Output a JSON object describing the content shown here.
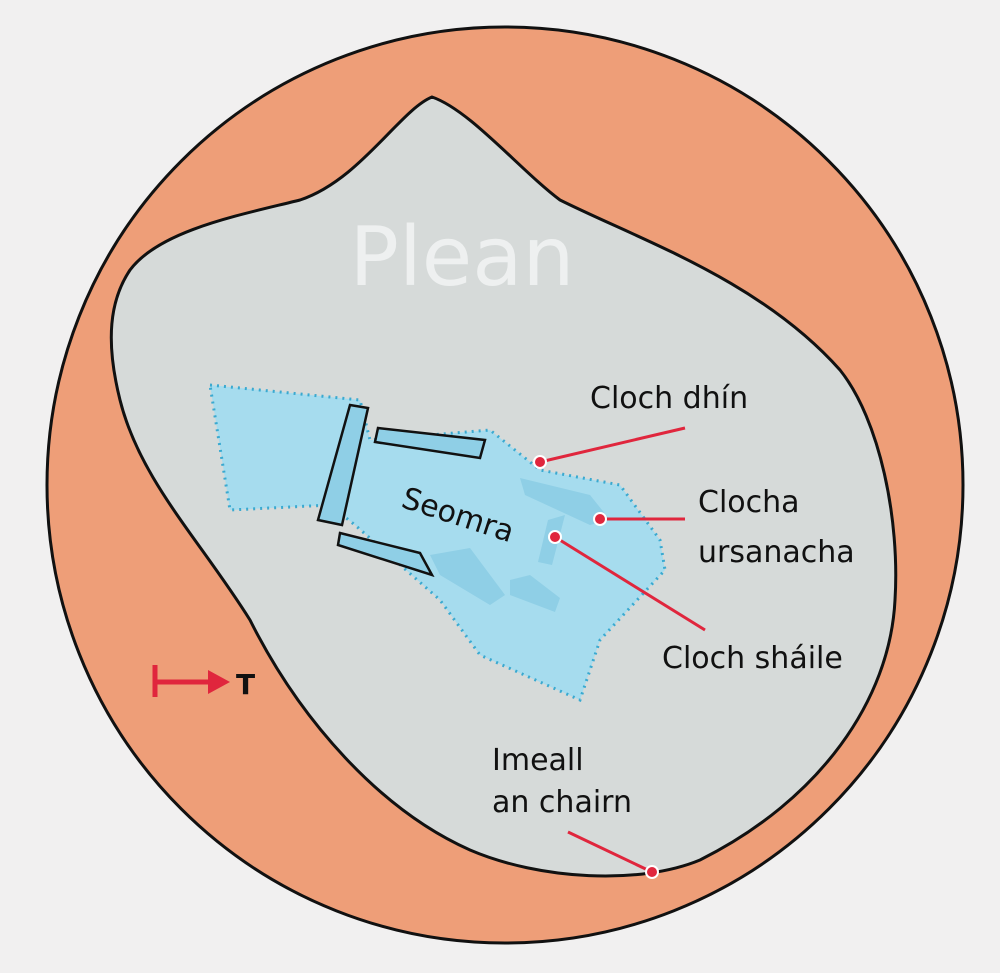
{
  "title": "Plean",
  "chamber_label": "Seomra",
  "labels": {
    "cloch_dhin": "Cloch dhín",
    "clocha_line1": "Clocha",
    "clocha_line2": "ursanacha",
    "cloch_shaile": "Cloch sháile",
    "imeall_line1": "Imeall",
    "imeall_line2": "an chairn"
  },
  "north_arrow_label": "T",
  "colors": {
    "background": "#f1f0f0",
    "outer_circle": "#ee9e78",
    "cairn": "#d6dad9",
    "chamber": "#a6dcee",
    "stones": "#8fcfe6",
    "leader_lines": "#e0263d"
  }
}
